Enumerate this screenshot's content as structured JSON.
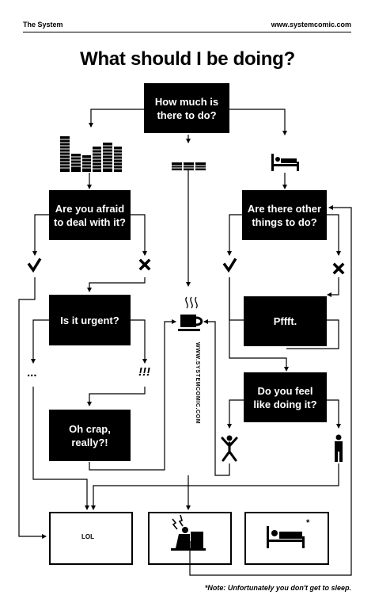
{
  "header": {
    "left": "The System",
    "right": "www.systemcomic.com"
  },
  "title": "What should I be doing?",
  "nodes": {
    "how_much": {
      "line1": "How much is",
      "line2": "there to do?"
    },
    "afraid": {
      "line1": "Are you afraid",
      "line2": "to deal with it?"
    },
    "other_things": {
      "line1": "Are there other",
      "line2": "things to do?"
    },
    "urgent": {
      "line1": "Is it urgent?"
    },
    "pffft": {
      "line1": "Pffft."
    },
    "oh_crap": {
      "line1": "Oh crap,",
      "line2": "really?!"
    },
    "feel_like": {
      "line1": "Do you feel",
      "line2": "like doing it?"
    }
  },
  "marks": {
    "ellipsis": "...",
    "exclaim": "!!!"
  },
  "vertical_url": "WWW.SYSTEMCOMIC.COM",
  "lol_label": "LOL",
  "asterisk": "*",
  "footnote": "*Note: Unfortunately you don't get to sleep."
}
